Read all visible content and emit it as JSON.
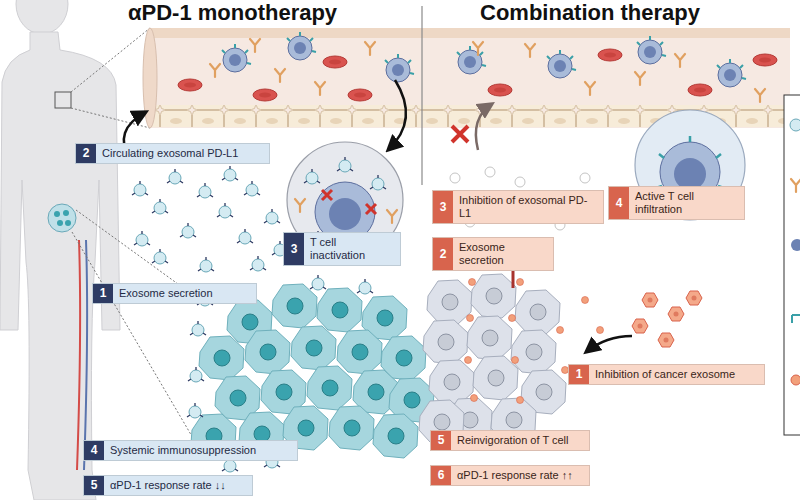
{
  "diagram": {
    "nodes": [
      {
        "text": [
          "2",
          "Circulating exosomal PD-L1"
        ]
      },
      {
        "text": [
          "3",
          "T cell inactivation"
        ]
      },
      {
        "text": [
          "1",
          "Exosome secretion"
        ]
      },
      {
        "text": [
          "4",
          "Systemic immunosuppression"
        ]
      },
      {
        "text": [
          "5",
          "αPD-1 response rate ↓↓"
        ]
      },
      {
        "text": [
          "3",
          "Inhibition of exosomal PD-L1"
        ]
      },
      {
        "text": [
          "2",
          "Exosome secretion"
        ]
      },
      {
        "text": [
          "4",
          "Active T cell infiltration"
        ]
      },
      {
        "text": [
          "1",
          "Inhibition of cancer exosome"
        ]
      },
      {
        "text": [
          "5",
          "Reinvigoration of T cell"
        ]
      },
      {
        "text": [
          "6",
          "αPD-1 response rate ↑↑"
        ]
      }
    ],
    "labels": [
      "αPD-1 monotherapy",
      "Combination therapy"
    ]
  }
}
